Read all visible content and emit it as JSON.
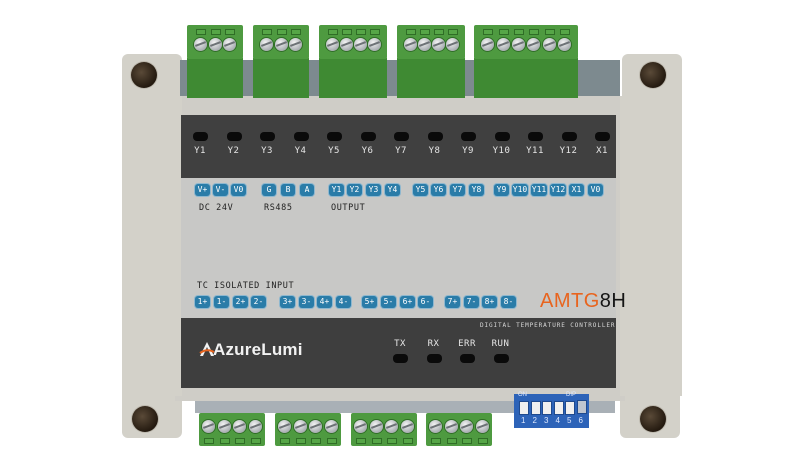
{
  "device": {
    "brand": "AzureLumi",
    "model_prefix": "AMTG",
    "model_suffix": "8H",
    "subtitle": "DIGITAL TEMPERATURE CONTROLLER",
    "colors": {
      "accent": "#e8641e",
      "pin_blue": "#2a7ca8",
      "housing": "#cfcdc7",
      "panel_dark": "#404040",
      "terminal_green": "#4e9a40",
      "dip_blue": "#2d63b8"
    }
  },
  "top_leds": [
    {
      "label": "Y1"
    },
    {
      "label": "Y2"
    },
    {
      "label": "Y3"
    },
    {
      "label": "Y4"
    },
    {
      "label": "Y5"
    },
    {
      "label": "Y6"
    },
    {
      "label": "Y7"
    },
    {
      "label": "Y8"
    },
    {
      "label": "Y9"
    },
    {
      "label": "Y10"
    },
    {
      "label": "Y11"
    },
    {
      "label": "Y12"
    },
    {
      "label": "X1"
    }
  ],
  "top_pins": {
    "power": {
      "group_label": "DC 24V",
      "pins": [
        "V+",
        "V-",
        "V0"
      ]
    },
    "rs485": {
      "group_label": "RS485",
      "pins": [
        "G",
        "B",
        "A"
      ]
    },
    "output": {
      "group_label": "OUTPUT",
      "pins": [
        "Y1",
        "Y2",
        "Y3",
        "Y4",
        "Y5",
        "Y6",
        "Y7",
        "Y8",
        "Y9",
        "Y10",
        "Y11",
        "Y12",
        "X1",
        "V0"
      ]
    }
  },
  "bottom_pins": {
    "group_label": "TC ISOLATED INPUT",
    "pins": [
      "1+",
      "1-",
      "2+",
      "2-",
      "3+",
      "3-",
      "4+",
      "4-",
      "5+",
      "5-",
      "6+",
      "6-",
      "7+",
      "7-",
      "8+",
      "8-"
    ]
  },
  "status_leds": [
    {
      "label": "TX"
    },
    {
      "label": "RX"
    },
    {
      "label": "ERR"
    },
    {
      "label": "RUN"
    }
  ],
  "dip_switch": {
    "on_label": "ON",
    "dip_label": "DIP",
    "positions": [
      "1",
      "2",
      "3",
      "4",
      "5",
      "6"
    ]
  }
}
